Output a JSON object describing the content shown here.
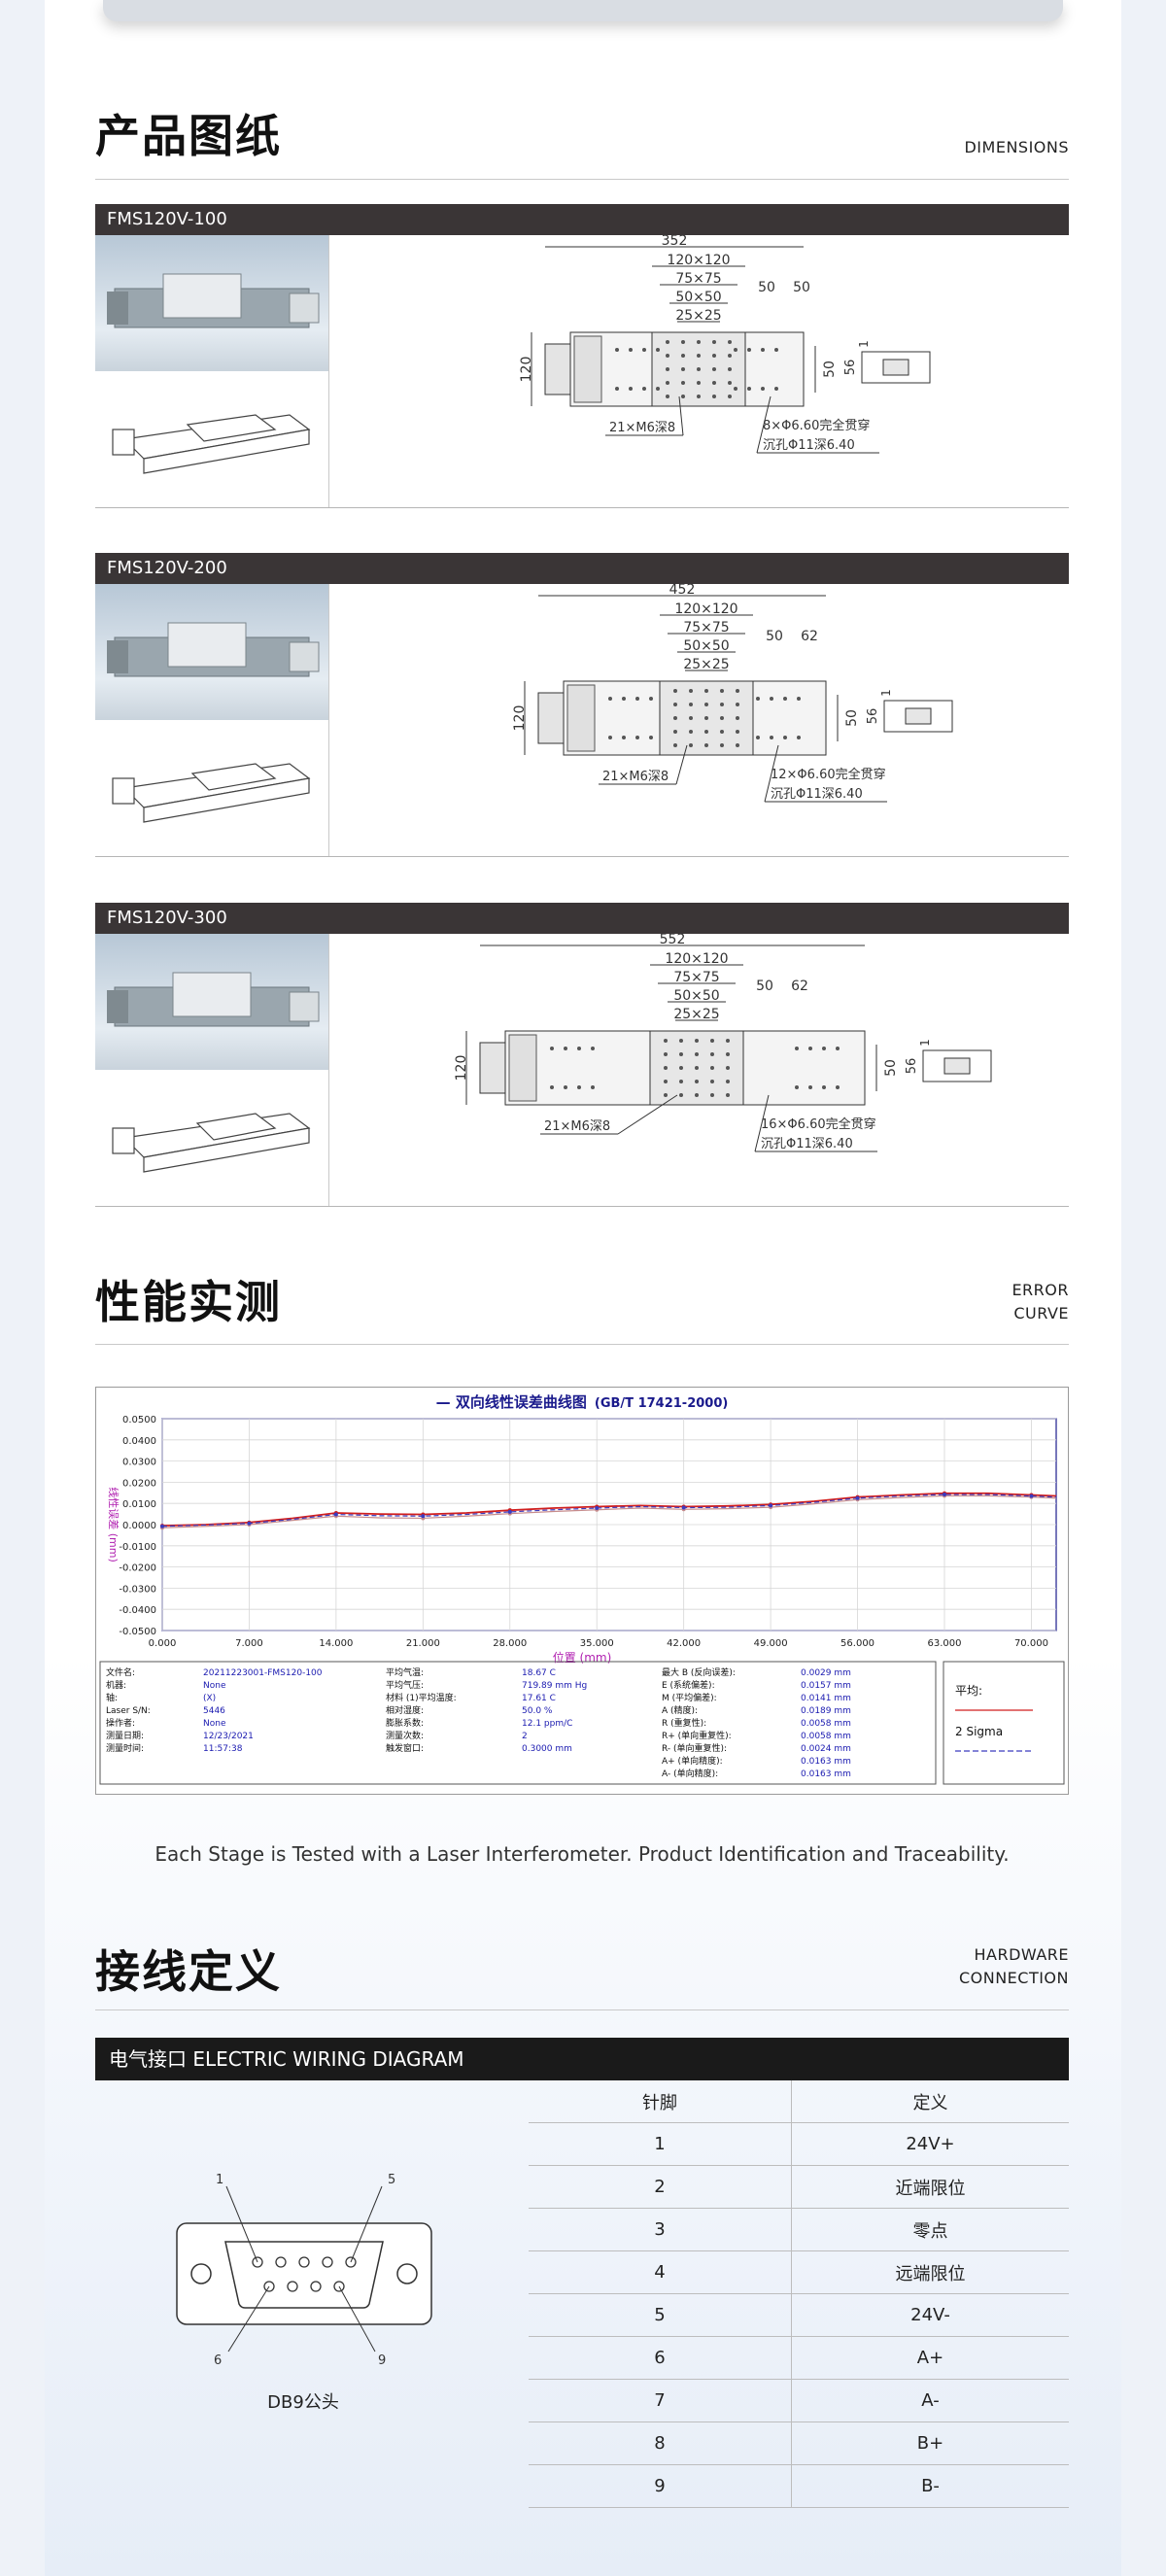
{
  "dimensions_section": {
    "title": "产品图纸",
    "subtitle": "DIMENSIONS"
  },
  "models": [
    {
      "name": "FMS120V-100",
      "total": "352",
      "d120": "120×120",
      "d75": "75×75",
      "d50": "50×50",
      "d25": "25×25",
      "s1": "50",
      "s2": "50",
      "h": "120",
      "hr": "50",
      "side": "56",
      "side_small": "1",
      "holes": "21×M6深8",
      "thru": "8×Φ6.60完全贯穿",
      "cb": "沉孔Φ11深6.40"
    },
    {
      "name": "FMS120V-200",
      "total": "452",
      "d120": "120×120",
      "d75": "75×75",
      "d50": "50×50",
      "d25": "25×25",
      "s1": "50",
      "s2": "62",
      "h": "120",
      "hr": "50",
      "side": "56",
      "side_small": "1",
      "holes": "21×M6深8",
      "thru": "12×Φ6.60完全贯穿",
      "cb": "沉孔Φ11深6.40"
    },
    {
      "name": "FMS120V-300",
      "total": "552",
      "d120": "120×120",
      "d75": "75×75",
      "d50": "50×50",
      "d25": "25×25",
      "s1": "50",
      "s2": "62",
      "h": "120",
      "hr": "50",
      "side": "56",
      "side_small": "1",
      "holes": "21×M6深8",
      "thru": "16×Φ6.60完全贯穿",
      "cb": "沉孔Φ11深6.40"
    }
  ],
  "performance_section": {
    "title": "性能实测",
    "subtitle_line1": "ERROR",
    "subtitle_line2": "CURVE"
  },
  "chart_data": {
    "type": "line",
    "title": "— 双向线性误差曲线图",
    "title_std": "(GB/T 17421-2000)",
    "xlabel": "位置 (mm)",
    "ylabel": "线性误差 (mm)",
    "xlim": [
      0,
      72
    ],
    "ylim": [
      -0.05,
      0.05
    ],
    "x_ticks": [
      "0.000",
      "7.000",
      "14.000",
      "21.000",
      "28.000",
      "35.000",
      "42.000",
      "49.000",
      "56.000",
      "63.000",
      "70.000"
    ],
    "y_ticks": [
      "0.0500",
      "0.0400",
      "0.0300",
      "0.0200",
      "0.0100",
      "0.0000",
      "-0.0100",
      "-0.0200",
      "-0.0300",
      "-0.0400",
      "-0.0500"
    ],
    "x": [
      0,
      3.5,
      7,
      10.5,
      14,
      17.5,
      21,
      24.5,
      28,
      31.5,
      35,
      38.5,
      42,
      45.5,
      49,
      52.5,
      56,
      59.5,
      63,
      66.5,
      70,
      72
    ],
    "series": [
      {
        "values": [
          -0.0005,
          0.0,
          0.001,
          0.003,
          0.0055,
          0.005,
          0.0048,
          0.0055,
          0.0068,
          0.0078,
          0.0085,
          0.009,
          0.0085,
          0.0088,
          0.0095,
          0.011,
          0.013,
          0.014,
          0.0148,
          0.0148,
          0.014,
          0.0135
        ],
        "color": "#d01f1f"
      },
      {
        "values": [
          -0.0015,
          -0.0008,
          0.0,
          0.002,
          0.004,
          0.0032,
          0.003,
          0.004,
          0.0052,
          0.0062,
          0.007,
          0.0078,
          0.0072,
          0.0075,
          0.0082,
          0.0098,
          0.0118,
          0.0128,
          0.0136,
          0.0136,
          0.013,
          0.0125
        ],
        "color": "#c78c8c"
      },
      {
        "values": [
          -0.0008,
          -0.0002,
          0.0006,
          0.0025,
          0.0048,
          0.0042,
          0.004,
          0.0048,
          0.006,
          0.007,
          0.0078,
          0.0085,
          0.008,
          0.0082,
          0.009,
          0.0105,
          0.0125,
          0.0135,
          0.0142,
          0.0142,
          0.0135,
          0.013
        ],
        "color": "#3b3bbf"
      }
    ],
    "info_col1": [
      [
        "文件名:",
        "20211223001-FMS120-100"
      ],
      [
        "机器:",
        "None"
      ],
      [
        "轴:",
        "(X)"
      ],
      [
        "Laser S/N:",
        "5446"
      ],
      [
        "操作者:",
        "None"
      ],
      [
        "测量日期:",
        "12/23/2021"
      ],
      [
        "测量时间:",
        "11:57:38"
      ]
    ],
    "info_col2": [
      [
        "平均气温:",
        "18.67 C"
      ],
      [
        "平均气压:",
        "719.89 mm Hg"
      ],
      [
        "材料 (1)平均温度:",
        "17.61 C"
      ],
      [
        "相对湿度:",
        "50.0 %"
      ],
      [
        "膨胀系数:",
        "12.1 ppm/C"
      ],
      [
        "测量次数:",
        "2"
      ],
      [
        "触发窗口:",
        "0.3000 mm"
      ]
    ],
    "info_col3": [
      [
        "最大 B (反向误差):",
        "0.0029 mm"
      ],
      [
        "E (系统偏差):",
        "0.0157 mm"
      ],
      [
        "M (平均偏差):",
        "0.0141 mm"
      ],
      [
        "A (精度):",
        "0.0189 mm"
      ],
      [
        "R (重复性):",
        "0.0058 mm"
      ],
      [
        "R+ (单向重复性):",
        "0.0058 mm"
      ],
      [
        "R- (单向重复性):",
        "0.0024 mm"
      ],
      [
        "A+ (单向精度):",
        "0.0163 mm"
      ],
      [
        "A- (单向精度):",
        "0.0163 mm"
      ]
    ],
    "legend": {
      "avg": "平均:",
      "sigma": "2 Sigma"
    }
  },
  "caption": "Each Stage is Tested with a Laser Interferometer. Product Identification and Traceability.",
  "wiring_section": {
    "title": "接线定义",
    "subtitle_line1": "HARDWARE",
    "subtitle_line2": "CONNECTION"
  },
  "wiring": {
    "bar": "电气接口 ELECTRIC  WIRING  DIAGRAM",
    "col_pin": "针脚",
    "col_def": "定义",
    "rows": [
      {
        "pin": "1",
        "def": "24V+"
      },
      {
        "pin": "2",
        "def": "近端限位"
      },
      {
        "pin": "3",
        "def": "零点"
      },
      {
        "pin": "4",
        "def": "远端限位"
      },
      {
        "pin": "5",
        "def": "24V-"
      },
      {
        "pin": "6",
        "def": "A+"
      },
      {
        "pin": "7",
        "def": "A-"
      },
      {
        "pin": "8",
        "def": "B+"
      },
      {
        "pin": "9",
        "def": "B-"
      }
    ],
    "db9": {
      "label": "DB9公头",
      "p1": "1",
      "p5": "5",
      "p6": "6",
      "p9": "9"
    }
  }
}
